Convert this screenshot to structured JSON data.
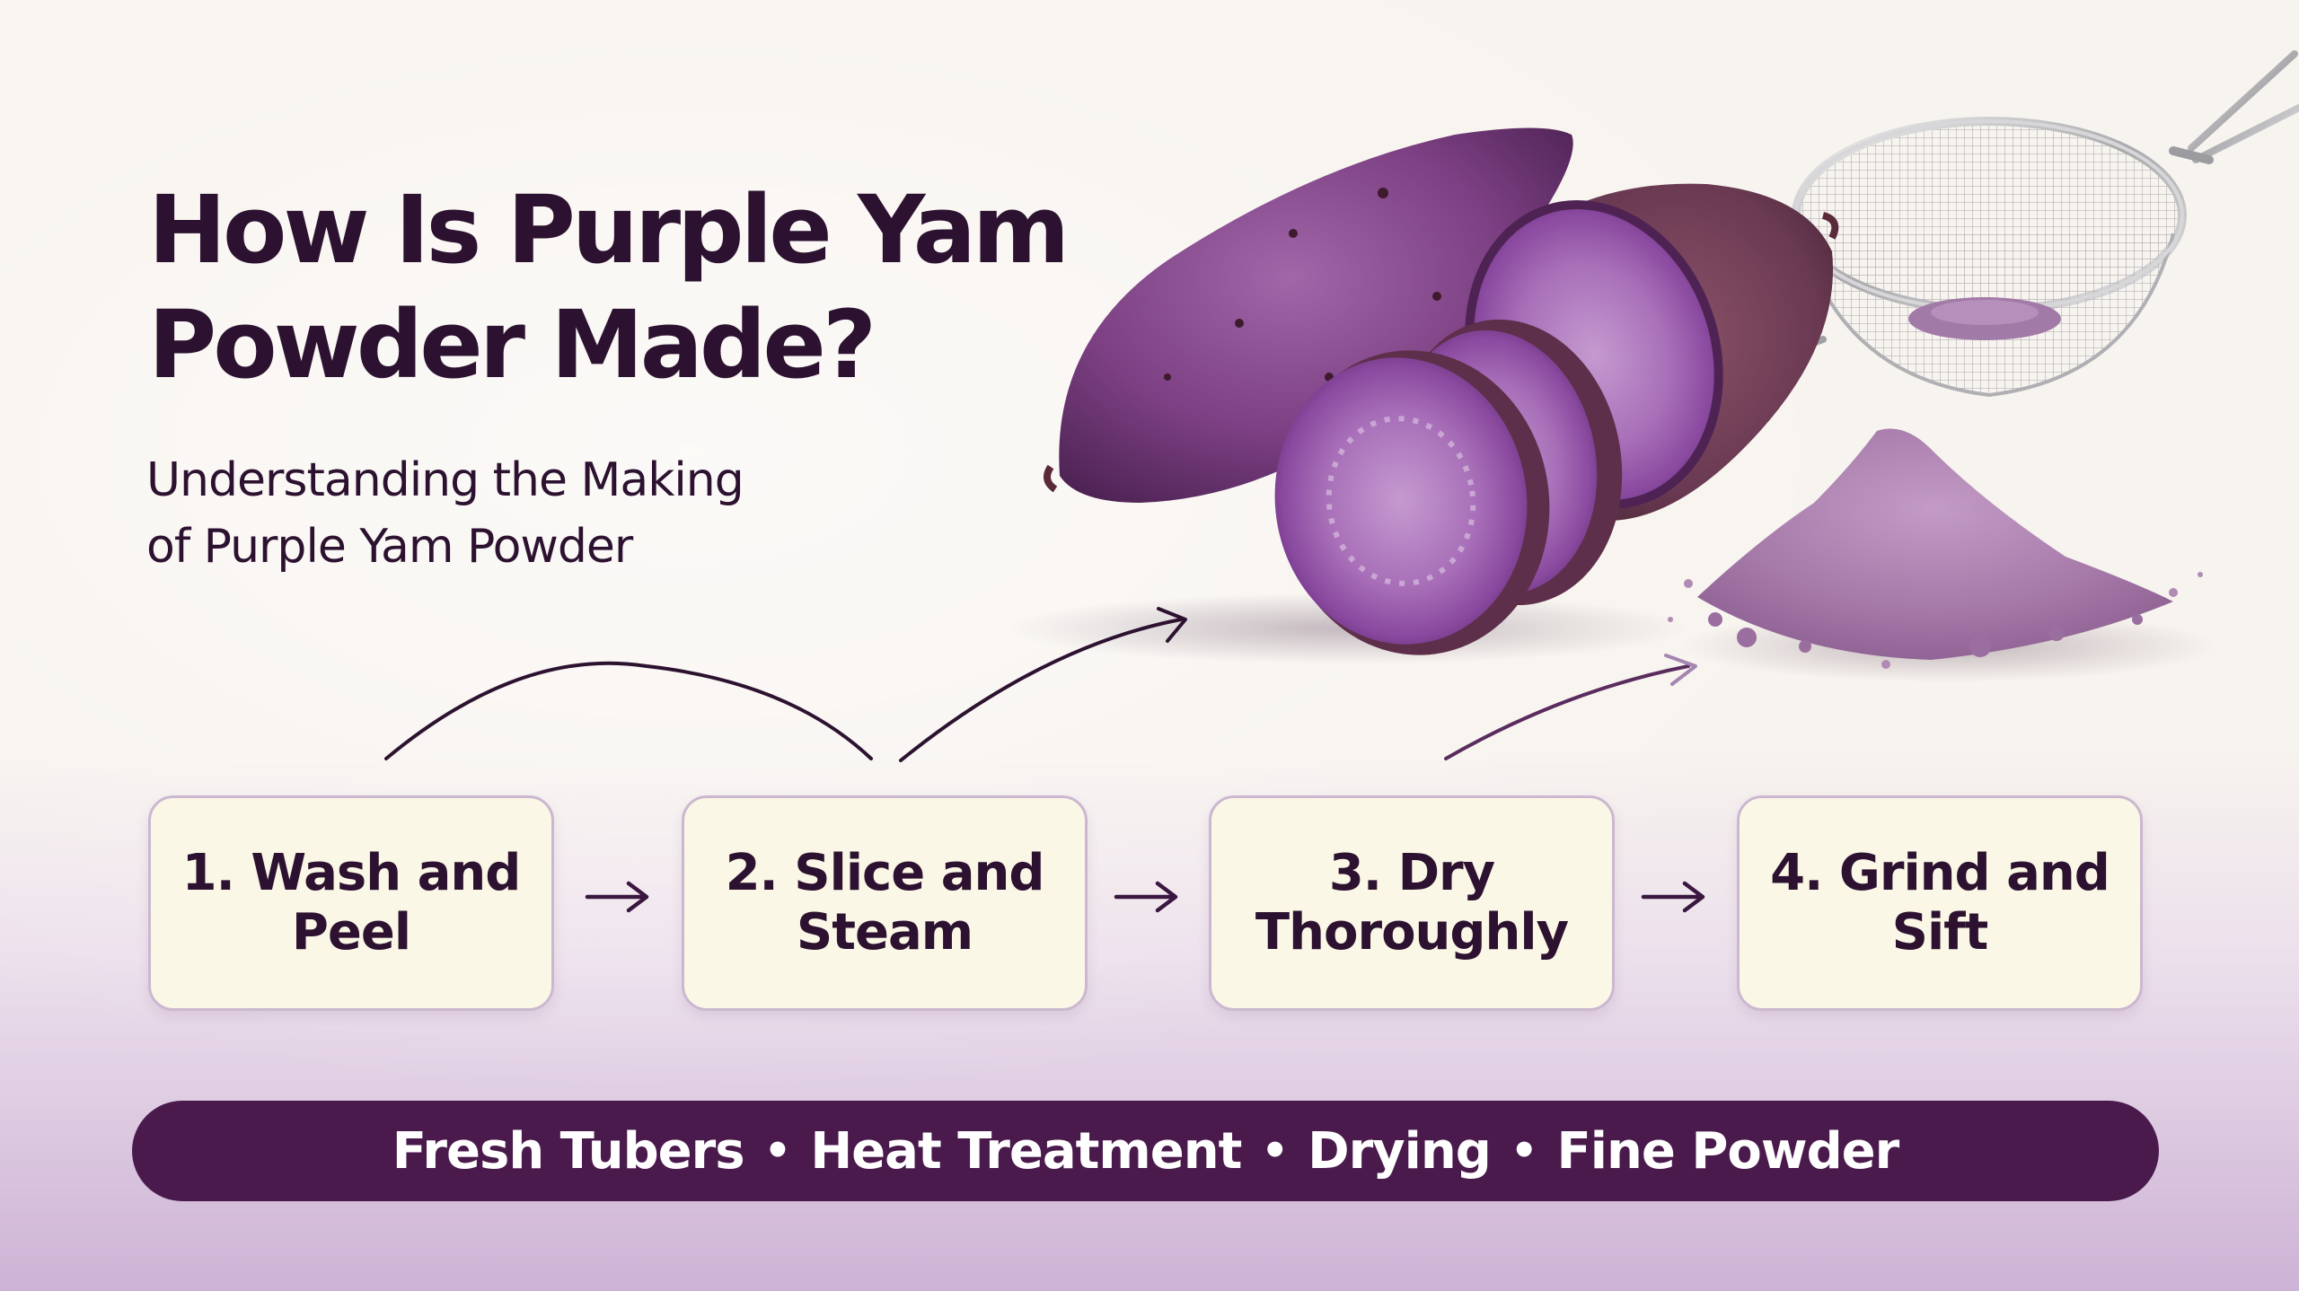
{
  "title": {
    "line1": "How Is Purple Yam",
    "line2": "Powder Made?"
  },
  "subtitle": {
    "line1": "Understanding the Making",
    "line2": "of Purple Yam Powder"
  },
  "steps": [
    {
      "line1": "1. Wash and",
      "line2": "Peel"
    },
    {
      "line1": "2. Slice and",
      "line2": "Steam"
    },
    {
      "line1": "3. Dry",
      "line2": "Thoroughly"
    },
    {
      "line1": "4. Grind and",
      "line2": "Sift"
    }
  ],
  "banner": {
    "items": [
      "Fresh Tubers",
      "Heat Treatment",
      "Drying",
      "Fine Powder"
    ],
    "separator": "•"
  },
  "colors": {
    "heading": "#2c1230",
    "banner_bg": "#4a1a4c",
    "step_bg": "#fbf7e6",
    "step_border": "#cbb8d0",
    "yam_skin": "#7a3f7e",
    "yam_flesh": "#9a5aa6",
    "powder": "#a47aa8"
  },
  "icons": [
    "purple-yam-illustration",
    "sieve-icon",
    "powder-pile-icon",
    "arrow-right-icon",
    "curved-arrow-icon"
  ]
}
